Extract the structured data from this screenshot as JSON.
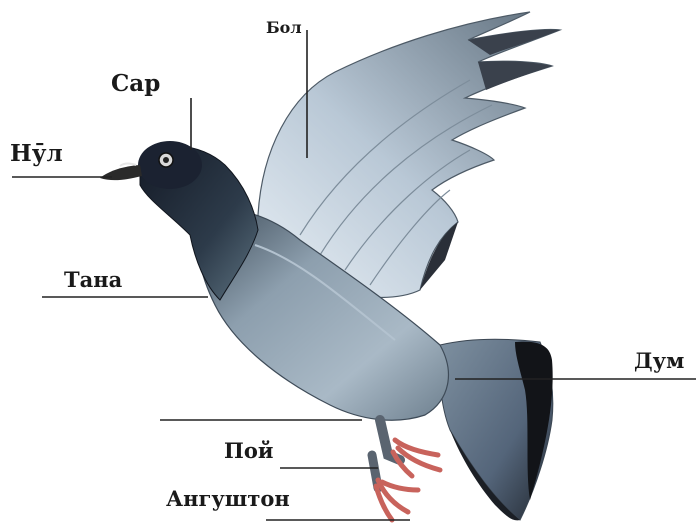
{
  "labels": {
    "beak": "Нӯл",
    "head": "Сар",
    "wing": "Бол",
    "body": "Тана",
    "tail": "Дум",
    "leg": "Пой",
    "toes": "Ангуштон"
  },
  "colors": {
    "head": "#1c2434",
    "neck_iridescent": "#4a5a63",
    "body": "#8fa0ae",
    "wing_light": "#c9d6e2",
    "wing_dark": "#2a2f38",
    "tail_band": "#121418",
    "feet": "#c8635c",
    "pointer_line": "#222222"
  }
}
